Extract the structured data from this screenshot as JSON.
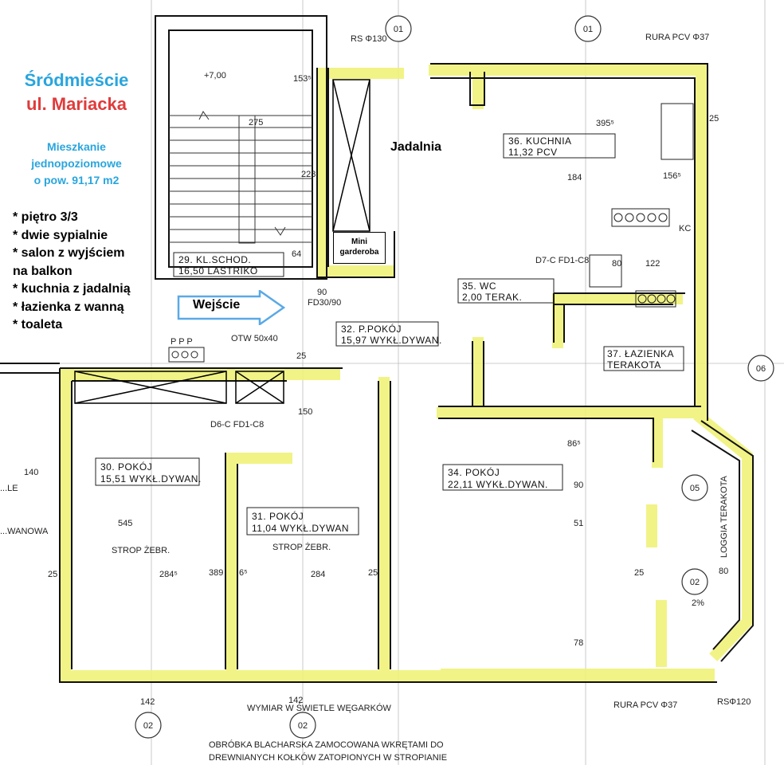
{
  "info": {
    "district": "Śródmieście",
    "street": "ul. Mariacka",
    "flat_lines": [
      "Mieszkanie",
      "jednopoziomowe",
      "o pow. 91,17 m2"
    ],
    "features": [
      "* piętro 3/3",
      "* dwie sypialnie",
      "* salon z wyjściem",
      "na balkon",
      "* kuchnia z jadalnią",
      "* łazienka z wanną",
      "* toaleta"
    ]
  },
  "labels": {
    "dining": "Jadalnia",
    "mini_wardrobe": [
      "Mini",
      "garderoba"
    ],
    "entrance": "Wejście"
  },
  "rooms": [
    {
      "num": "29.",
      "name": "KL.SCHOD.",
      "area": "16,50",
      "floor": "LASTRIKO"
    },
    {
      "num": "30.",
      "name": "POKÓJ",
      "area": "15,51",
      "floor": "WYKŁ.DYWAN."
    },
    {
      "num": "31.",
      "name": "POKÓJ",
      "area": "11,04",
      "floor": "WYKŁ.DYWAN"
    },
    {
      "num": "32.",
      "name": "P.POKÓJ",
      "area": "15,97",
      "floor": "WYKŁ.DYWAN."
    },
    {
      "num": "34.",
      "name": "POKÓJ",
      "area": "22,11",
      "floor": "WYKŁ.DYWAN."
    },
    {
      "num": "35.",
      "name": "WC",
      "area": "2,00",
      "floor": "TERAK."
    },
    {
      "num": "36.",
      "name": "KUCHNIA",
      "area": "11,32",
      "floor": "PCV"
    },
    {
      "num": "37.",
      "name": "ŁAZIENKA",
      "area": "",
      "floor": "TERAKOTA"
    }
  ],
  "axes": [
    "01",
    "01",
    "02",
    "02",
    "02",
    "05",
    "06"
  ],
  "annotations": {
    "rs130": "RS Φ130",
    "rura_top": "RURA PCV Φ37",
    "rura_bottom": "RURA PCV Φ37",
    "rs120": "RSΦ120",
    "door_fd30": "FD30/90",
    "door_d6c": "D6-C FD1-C8",
    "door_d7c": "D7-C FD1-C8",
    "otw": "OTW 50x40",
    "ppp": "P P P",
    "kc": "KC",
    "roof1": "STROP ŻEBR.",
    "roof2": "STROP ŻEBR.",
    "wymiar": "WYMIAR W ŚWIETLE WĘGARKÓW",
    "obrobka1": "OBRÓBKA BLACHARSKA ZAMOCOWANA WKRĘTAMI DO",
    "obrobka2": "DREWNIANYCH KOŁKÓW ZATOPIONYCH W STROPIANIE",
    "loggia": "LOGGIA TERAKOTA",
    "level": "+7,00",
    "side1": "...LE",
    "side2": "...WANOWA",
    "d140": "140",
    "d25a": "25"
  },
  "dimensions": [
    "275",
    "395⁵",
    "184",
    "156⁵",
    "228",
    "153⁵",
    "64",
    "90",
    "545",
    "284⁵",
    "389",
    "284",
    "6⁵",
    "150",
    "51",
    "90",
    "86⁵",
    "78",
    "122",
    "80",
    "142",
    "142",
    "25",
    "25",
    "25",
    "25",
    "80",
    "2%"
  ],
  "colors": {
    "wall_highlight": "#f0f27a",
    "district": "#29a5dd",
    "street": "#e03b3b",
    "arrow": "#5aa9e6"
  }
}
